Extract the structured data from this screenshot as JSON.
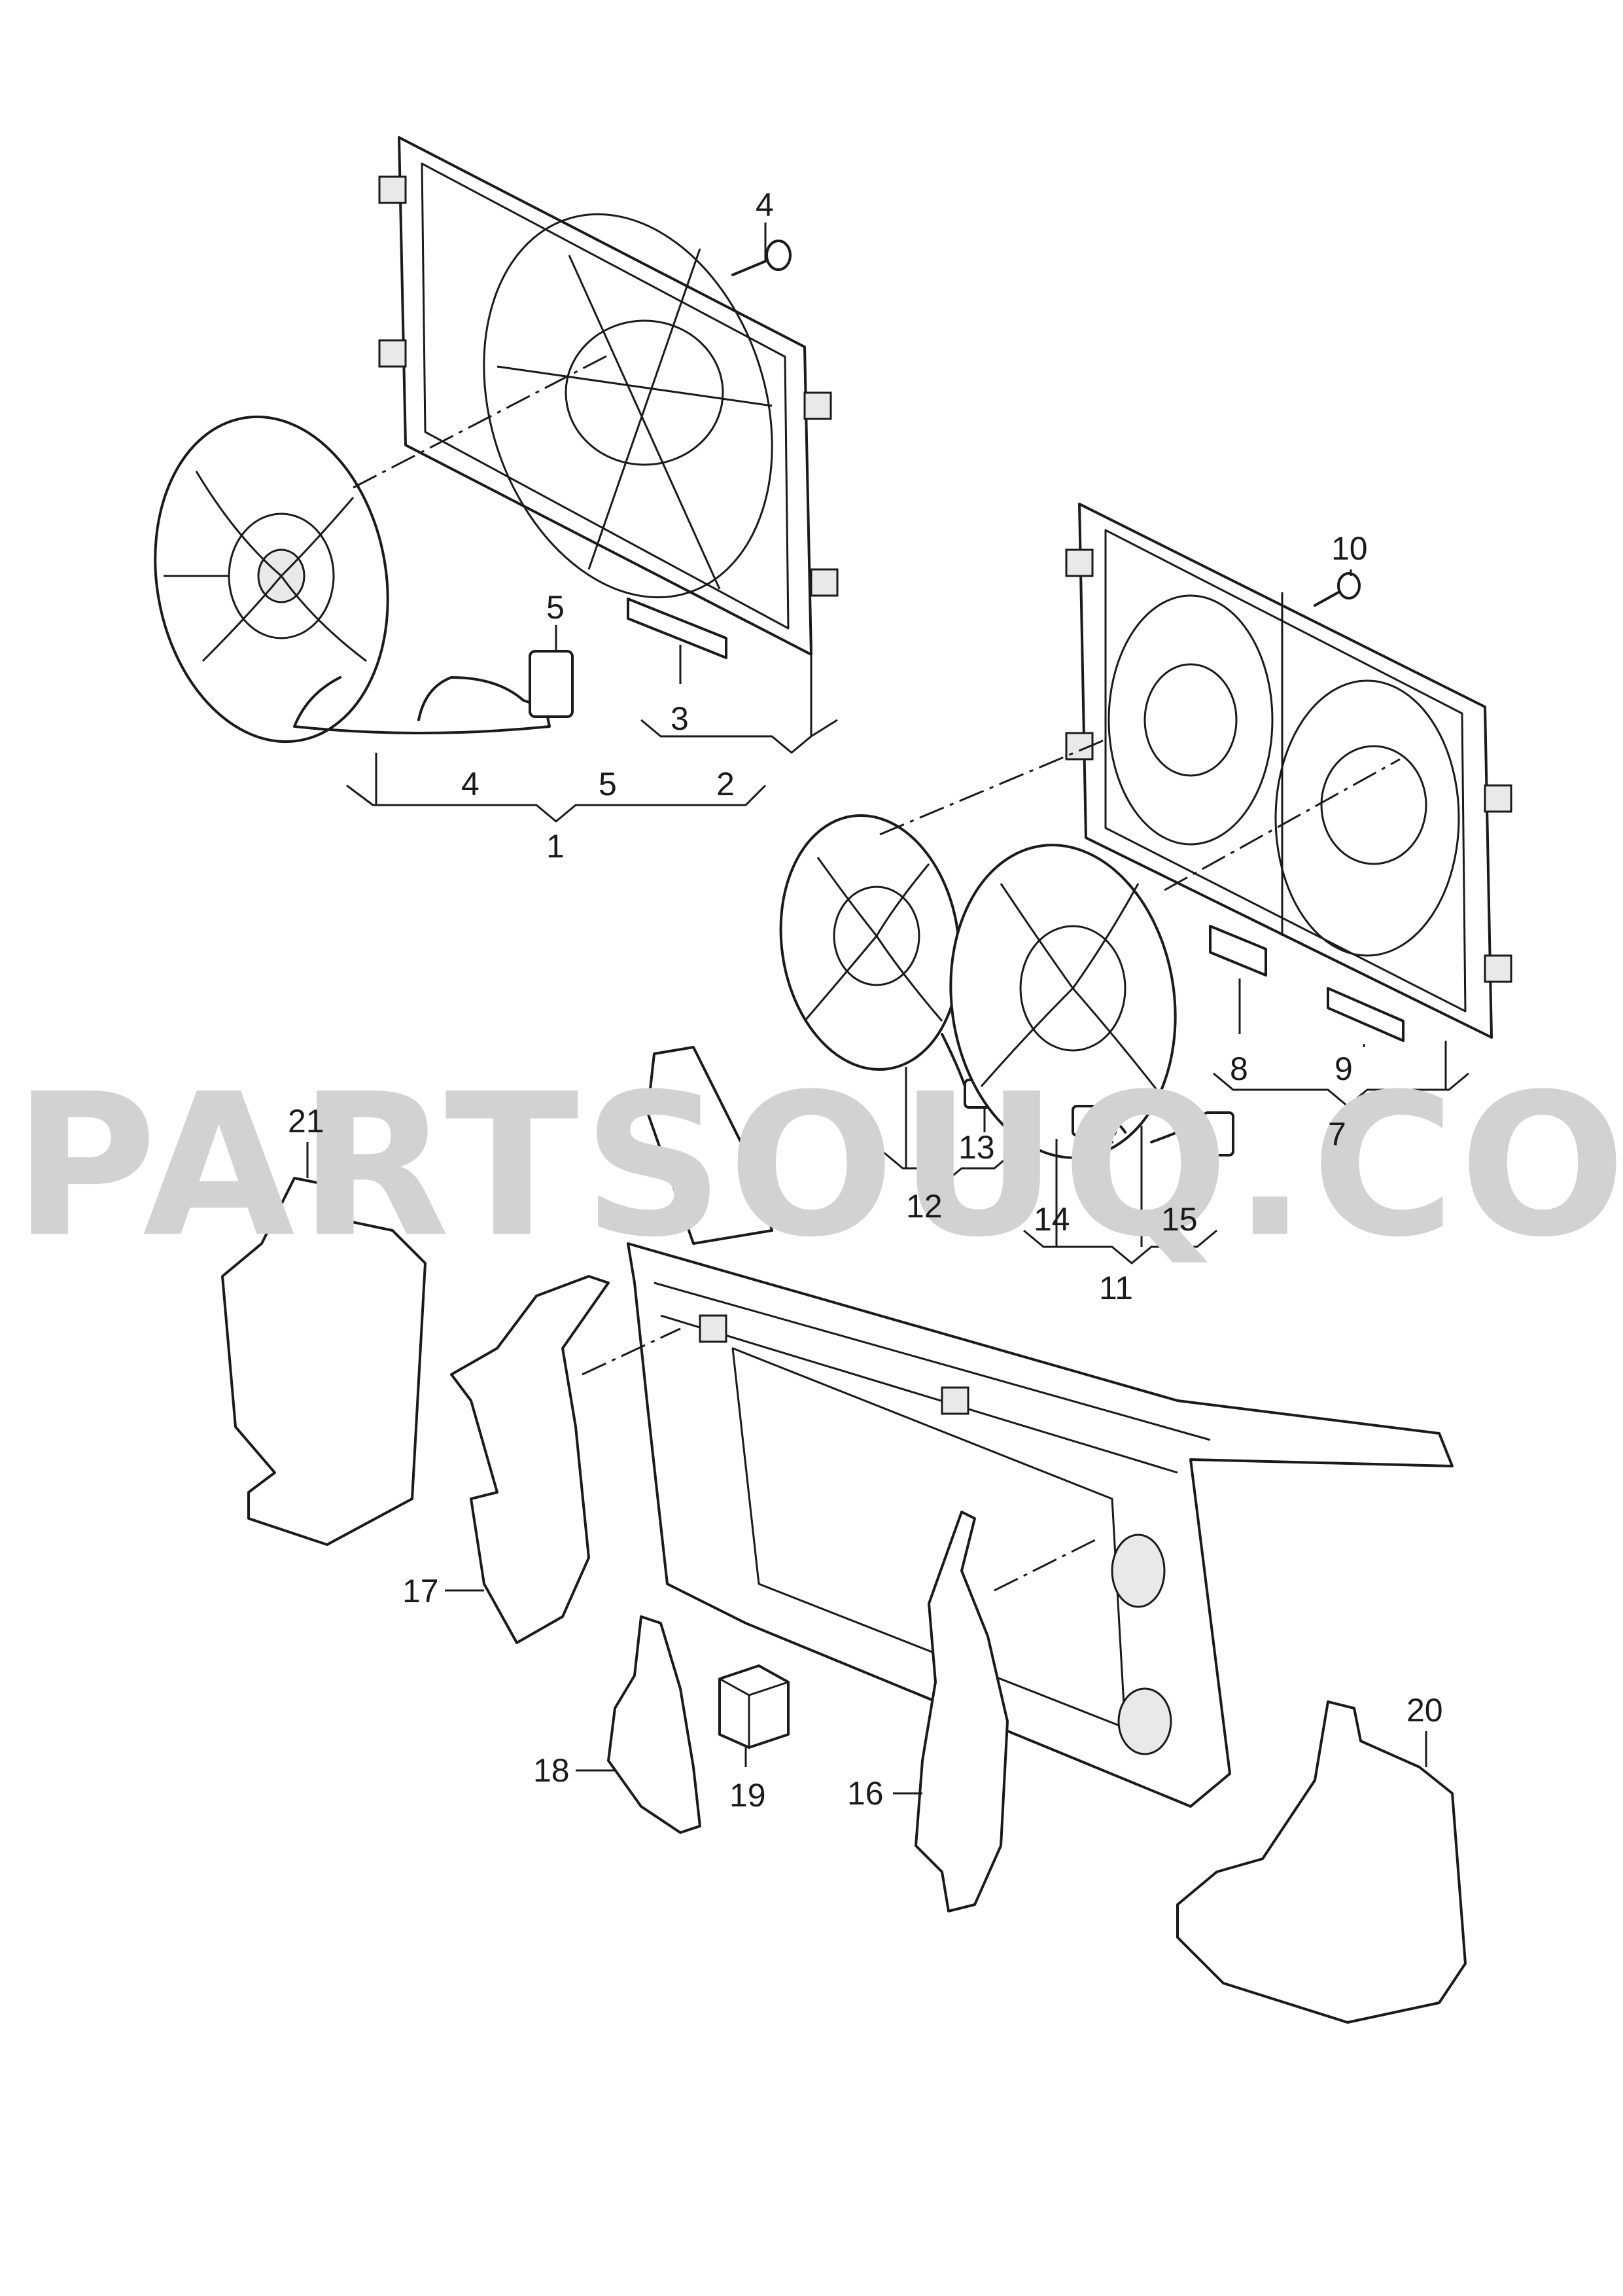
{
  "watermark": "PARTSOUQ.COM",
  "callouts": {
    "c1": "1",
    "c2": "2",
    "c3": "3",
    "c4": "4",
    "c4b": "4",
    "c5": "5",
    "c5b": "5",
    "c7": "7",
    "c8": "8",
    "c9": "9",
    "c10": "10",
    "c11": "11",
    "c12": "12",
    "c13": "13",
    "c14": "14",
    "c15": "15",
    "c16": "16",
    "c17": "17",
    "c18": "18",
    "c19": "19",
    "c20": "20",
    "c21": "21"
  }
}
